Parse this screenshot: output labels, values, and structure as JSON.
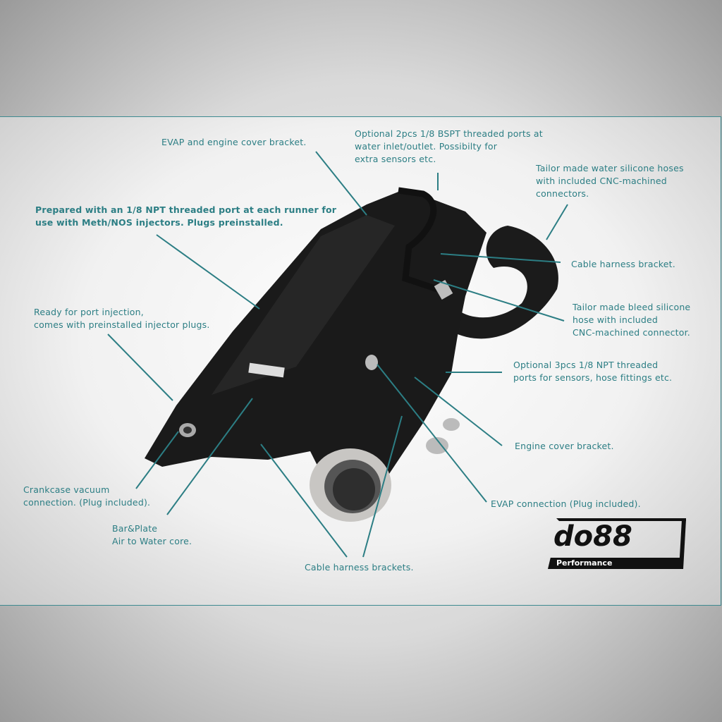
{
  "callouts": {
    "evap_cover_bracket": [
      "EVAP and engine cover bracket."
    ],
    "bspt_ports": [
      "Optional 2pcs 1/8 BSPT threaded ports at",
      "water inlet/outlet. Possibilty for",
      "extra sensors etc."
    ],
    "water_hoses": [
      "Tailor made water silicone hoses",
      "with included CNC-machined",
      "connectors."
    ],
    "npt_runner": [
      "Prepared with an 1/8 NPT threaded port at each runner for",
      "use with Meth/NOS injectors. Plugs preinstalled."
    ],
    "cable_bracket": [
      "Cable harness bracket."
    ],
    "bleed_hose": [
      "Tailor made bleed silicone",
      "hose with included",
      "CNC-machined connector."
    ],
    "port_injection": [
      "Ready for port injection,",
      "comes with preinstalled injector plugs."
    ],
    "npt_3pcs": [
      "Optional 3pcs 1/8 NPT threaded",
      "ports for sensors, hose fittings etc."
    ],
    "engine_cover_bracket": [
      "Engine cover bracket."
    ],
    "crankcase": [
      "Crankcase vacuum",
      "connection. (Plug included)."
    ],
    "evap_connection": [
      "EVAP connection (Plug included)."
    ],
    "core": [
      "Bar&Plate",
      "Air to Water core."
    ],
    "cable_brackets": [
      "Cable harness brackets."
    ]
  },
  "logo": {
    "brand": "do88",
    "sub": "Performance"
  },
  "colors": {
    "accent": "#2c7e84",
    "product": "#161616"
  }
}
